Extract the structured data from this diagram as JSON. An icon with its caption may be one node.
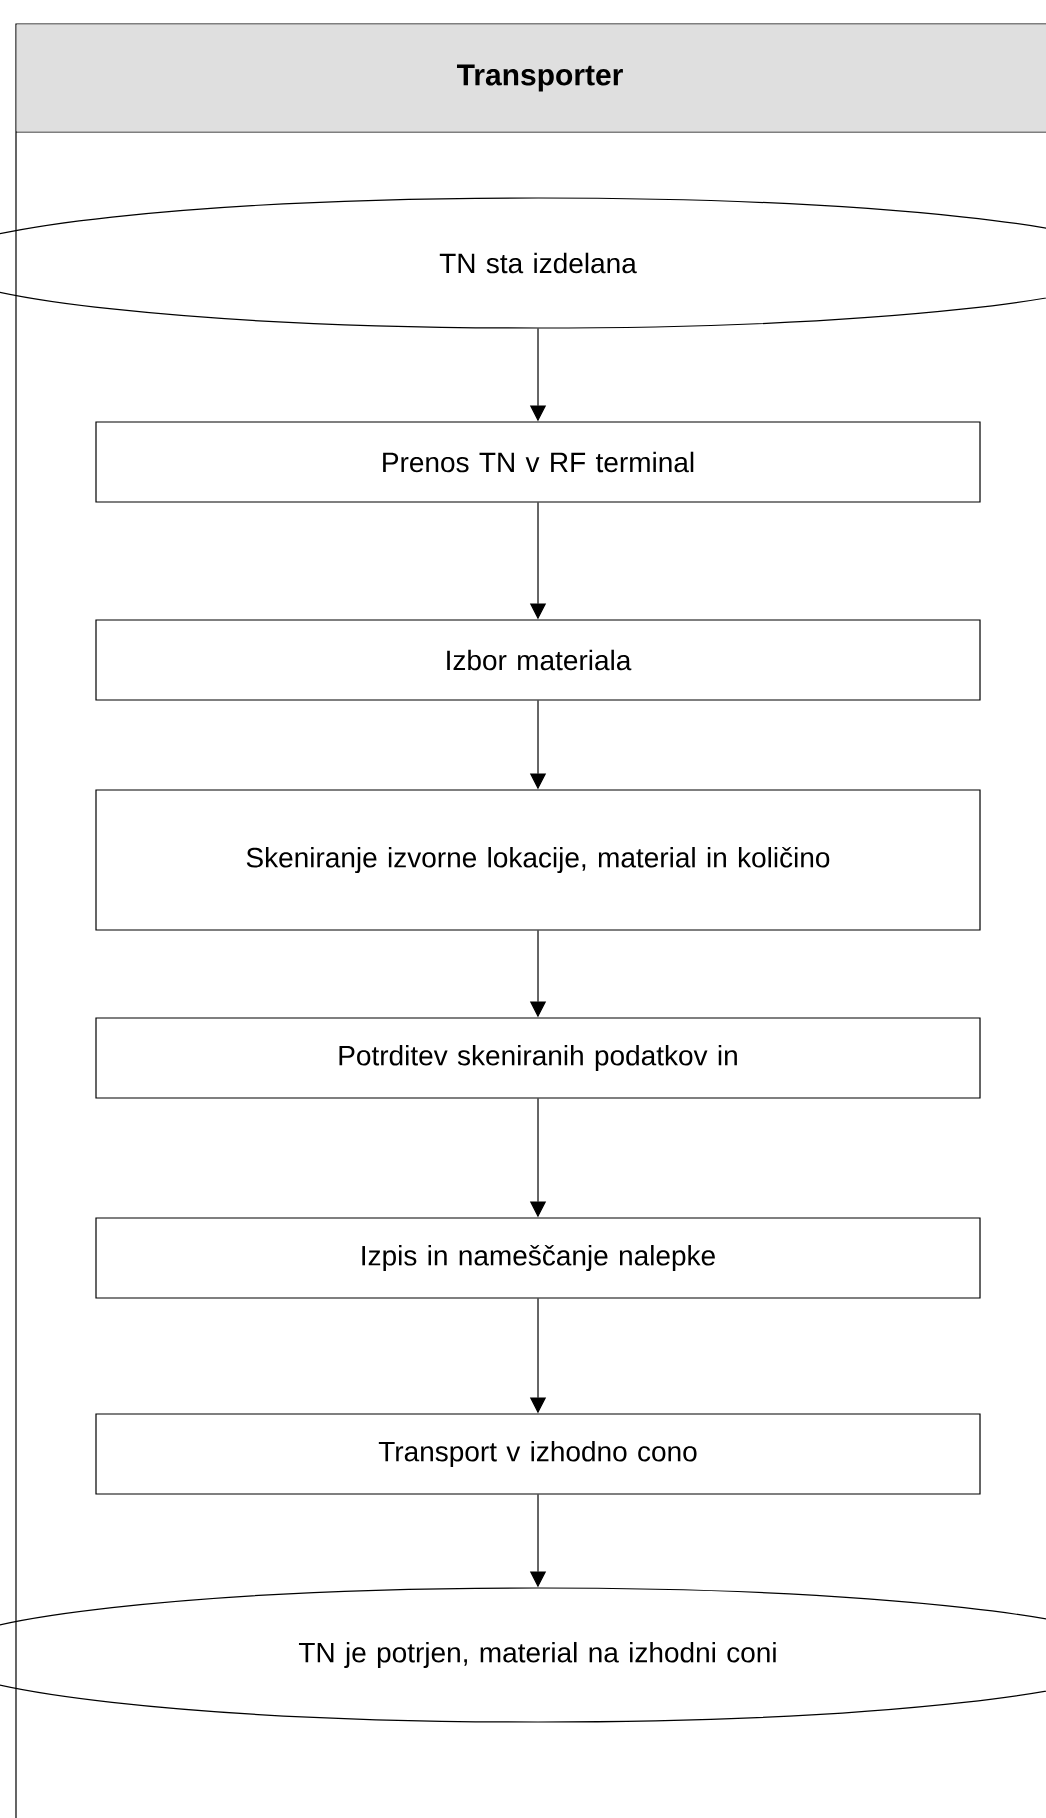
{
  "diagram": {
    "nodes": [
      {
        "text": [
          "Transporter"
        ]
      },
      {
        "text": [
          "TN sta izdelana"
        ],
        "in": 0
      },
      {
        "text": [
          "Prenos TN v RF terminal"
        ],
        "in": 0
      },
      {
        "text": [
          "Izbor materiala"
        ],
        "in": 0
      },
      {
        "text": [
          "Skeniranje izvorne lokacije, material in količino"
        ],
        "in": 0
      },
      {
        "text": [
          "Potrditev skeniranih podatkov in"
        ],
        "in": 0
      },
      {
        "text": [
          "Izpis in nameščanje nalepke"
        ],
        "in": 0
      },
      {
        "text": [
          "Transport v izhodno cono"
        ],
        "in": 0
      },
      {
        "text": [
          "TN je potrjen, material na izhodni coni"
        ],
        "in": 0
      }
    ],
    "edges": [
      {
        "from": 1,
        "to": 2,
        "arrow": "to"
      },
      {
        "from": 2,
        "to": 3,
        "arrow": "to"
      },
      {
        "from": 3,
        "to": 4,
        "arrow": "to"
      },
      {
        "from": 4,
        "to": 5,
        "arrow": "to"
      },
      {
        "from": 5,
        "to": 6,
        "arrow": "to"
      },
      {
        "from": 6,
        "to": 7,
        "arrow": "to"
      },
      {
        "from": 7,
        "to": 8,
        "arrow": "to"
      }
    ]
  }
}
